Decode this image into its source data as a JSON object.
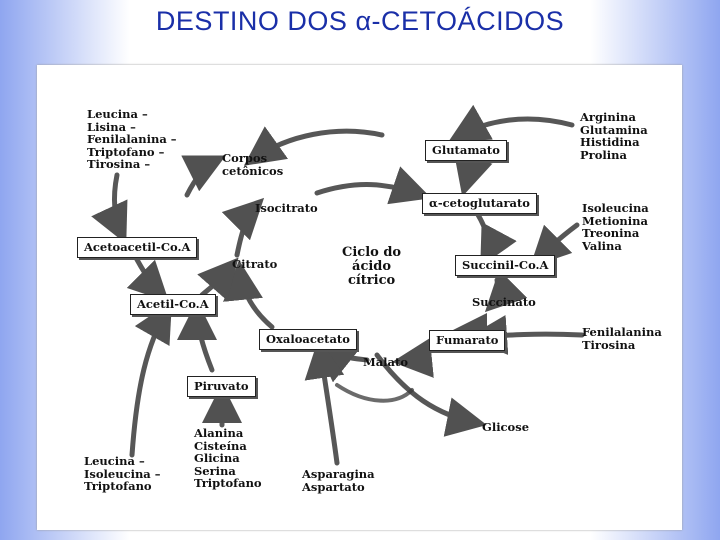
{
  "title": "DESTINO DOS α-CETOÁCIDOS",
  "nodes": {
    "leucina_group": [
      "Leucina –",
      "Lisina –",
      "Fenilalanina –",
      "Triptofano –",
      "Tirosina –"
    ],
    "corpos_cetonicos": [
      "Corpos",
      "cetônicos"
    ],
    "isocitrato": "Isocitrato",
    "acetoacetil_coa": "Acetoacetil-Co.A",
    "ciclo": [
      "Ciclo do",
      "ácido",
      "cítrico"
    ],
    "citrato": "Citrato",
    "acetil_coa": "Acetil-Co.A",
    "oxaloacetato": "Oxaloacetato",
    "malato": "Malato",
    "piruvato": "Piruvato",
    "piruvato_sources": [
      "Alanina",
      "Cisteína",
      "Glicina",
      "Serina",
      "Triptofano"
    ],
    "acetil_sources": [
      "Leucina –",
      "Isoleucina –",
      "Triptofano"
    ],
    "aspartato_group": [
      "Asparagina",
      "Aspartato"
    ],
    "glicose": "Glicose",
    "glutamato": "Glutamato",
    "arginina_group": [
      "Arginina",
      "Glutamina",
      "Histidina",
      "Prolina"
    ],
    "alfa_cetoglutarato": "α-cetoglutarato",
    "isoleucina_group": [
      "Isoleucina",
      "Metionina",
      "Treonina",
      "Valina"
    ],
    "succinil_coa": "Succinil-Co.A",
    "succinato": "Succinato",
    "fumarato": "Fumarato",
    "fenilalanina_group": [
      "Fenilalanina",
      "Tirosina"
    ]
  }
}
